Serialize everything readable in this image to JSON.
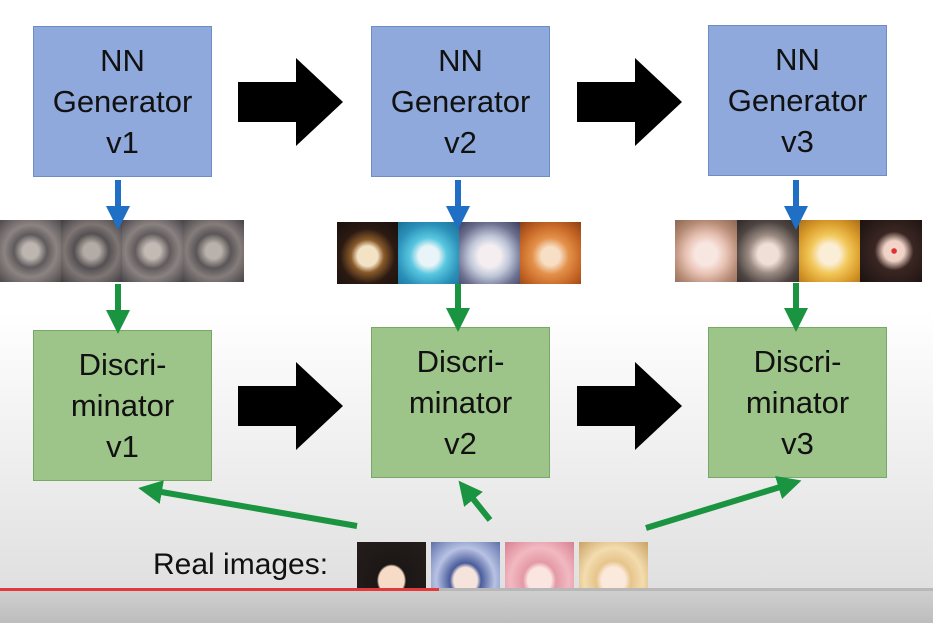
{
  "generators": [
    {
      "line1": "NN",
      "line2": "Generator",
      "line3": "v1"
    },
    {
      "line1": "NN",
      "line2": "Generator",
      "line3": "v2"
    },
    {
      "line1": "NN",
      "line2": "Generator",
      "line3": "v3"
    }
  ],
  "discriminators": [
    {
      "line1": "Discri-",
      "line2": "minator",
      "line3": "v1"
    },
    {
      "line1": "Discri-",
      "line2": "minator",
      "line3": "v2"
    },
    {
      "line1": "Discri-",
      "line2": "minator",
      "line3": "v3"
    }
  ],
  "real_images_label": "Real images:",
  "colors": {
    "generator_box": "#8fa9dc",
    "discriminator_box": "#9dc489",
    "blue_arrow": "#1f6fc4",
    "green_arrow": "#1a9440",
    "black_arrow": "#000000",
    "progress": "#e23a3a"
  },
  "progress": {
    "fraction": 0.47
  },
  "samples": {
    "v1": [
      "noise-1",
      "noise-2",
      "noise-3",
      "noise-4"
    ],
    "v2": [
      "face-dark",
      "face-cyan",
      "face-pale",
      "face-orange"
    ],
    "v3": [
      "face-light",
      "face-gray",
      "face-blonde",
      "face-dark-red"
    ]
  },
  "real_images": [
    "real-face-black-hair",
    "real-face-glasses",
    "real-face-pink-hair",
    "real-face-blonde"
  ]
}
